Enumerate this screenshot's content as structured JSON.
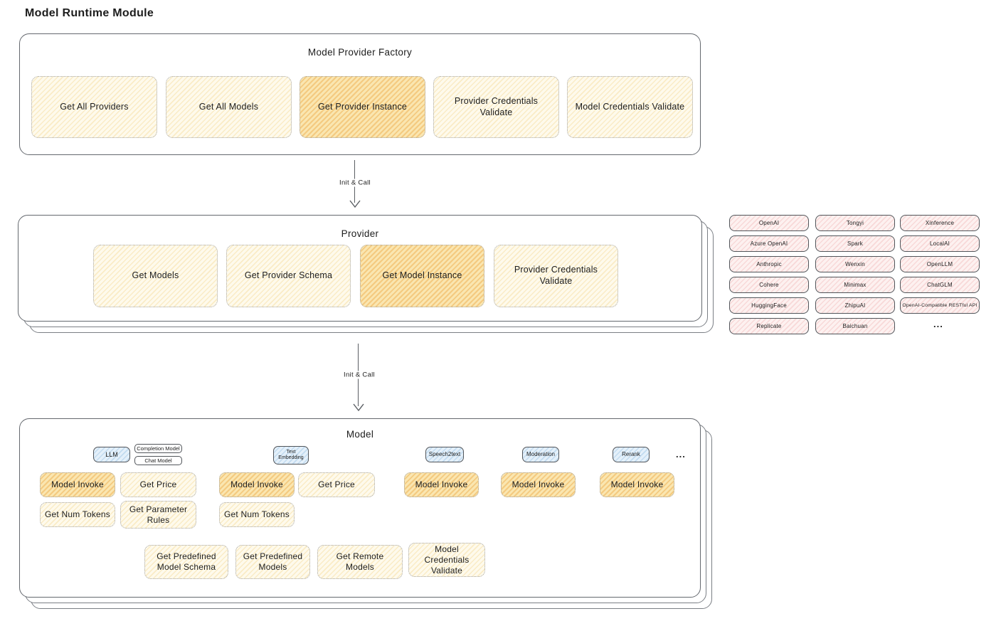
{
  "title": "Model Runtime Module",
  "colors": {
    "node_fill": "#fdf6dd",
    "node_fill_highlight": "#f8dfa0",
    "provider_pill_fill": "#fdf1f0",
    "model_type_fill": "#e4f0fa",
    "outline": "#51555a",
    "text": "#1d1d1d"
  },
  "arrows": {
    "factory_to_provider": "Init & Call",
    "provider_to_model": "Init & Call"
  },
  "factory": {
    "title": "Model Provider Factory",
    "nodes": [
      {
        "label": "Get All Providers",
        "highlighted": false
      },
      {
        "label": "Get All Models",
        "highlighted": false
      },
      {
        "label": "Get Provider Instance",
        "highlighted": true
      },
      {
        "label": "Provider Credentials Validate",
        "highlighted": false
      },
      {
        "label": "Model Credentials Validate",
        "highlighted": false
      }
    ]
  },
  "provider": {
    "title": "Provider",
    "nodes": [
      {
        "label": "Get Models",
        "highlighted": false
      },
      {
        "label": "Get Provider Schema",
        "highlighted": false
      },
      {
        "label": "Get Model Instance",
        "highlighted": true
      },
      {
        "label": "Provider Credentials Validate",
        "highlighted": false
      }
    ]
  },
  "providers": {
    "columns": [
      [
        "OpenAI",
        "Azure OpenAI",
        "Anthropic",
        "Cohere",
        "HuggingFace",
        "Replicate"
      ],
      [
        "Tongyi",
        "Spark",
        "Wenxin",
        "Minimax",
        "ZhipuAI",
        "Baichuan"
      ],
      [
        "Xinference",
        "LocalAI",
        "OpenLLM",
        "ChatGLM",
        "OpenAI-Compatible RESTful API"
      ]
    ],
    "more": "..."
  },
  "model": {
    "title": "Model",
    "more": "...",
    "types": {
      "llm": "LLM",
      "completion_model": "Completion Model",
      "chat_model": "Chat Model",
      "text_embedding": "Text Embedding",
      "speech2text": "Speech2text",
      "moderation": "Moderation",
      "rerank": "Rerank"
    },
    "llm": {
      "model_invoke": "Model Invoke",
      "get_price": "Get Price",
      "get_num_tokens": "Get Num Tokens",
      "get_parameter_rules": "Get Parameter Rules"
    },
    "text_embedding": {
      "model_invoke": "Model Invoke",
      "get_price": "Get Price",
      "get_num_tokens": "Get Num Tokens"
    },
    "speech2text": {
      "model_invoke": "Model Invoke"
    },
    "moderation": {
      "model_invoke": "Model Invoke"
    },
    "rerank": {
      "model_invoke": "Model Invoke"
    },
    "common": {
      "get_predefined_model_schema": "Get Predefined Model Schema",
      "get_predefined_models": "Get Predefined Models",
      "get_remote_models": "Get Remote Models",
      "model_credentials_validate": "Model Credentials Validate"
    }
  }
}
